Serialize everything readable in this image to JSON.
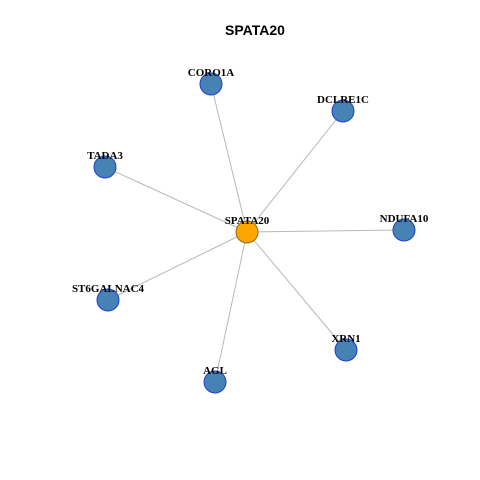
{
  "title": "SPATA20",
  "network": {
    "center": {
      "id": "SPATA20",
      "label": "SPATA20",
      "color": "#FFA500",
      "stroke": "#8a6a10"
    },
    "neighbor_color": "#4682B4",
    "neighbor_stroke": "#1f3fcf",
    "edge_color": "#b8b8b8",
    "nodes": [
      {
        "id": "CORO1A",
        "label": "CORO1A"
      },
      {
        "id": "DCLRE1C",
        "label": "DCLRE1C"
      },
      {
        "id": "TADA3",
        "label": "TADA3"
      },
      {
        "id": "NDUFA10",
        "label": "NDUFA10"
      },
      {
        "id": "ST6GALNAC4",
        "label": "ST6GALNAC4"
      },
      {
        "id": "XRN1",
        "label": "XRN1"
      },
      {
        "id": "AGL",
        "label": "AGL"
      }
    ],
    "edges": [
      {
        "source": "SPATA20",
        "target": "CORO1A"
      },
      {
        "source": "SPATA20",
        "target": "DCLRE1C"
      },
      {
        "source": "SPATA20",
        "target": "TADA3"
      },
      {
        "source": "SPATA20",
        "target": "NDUFA10"
      },
      {
        "source": "SPATA20",
        "target": "ST6GALNAC4"
      },
      {
        "source": "SPATA20",
        "target": "XRN1"
      },
      {
        "source": "SPATA20",
        "target": "AGL"
      }
    ]
  }
}
